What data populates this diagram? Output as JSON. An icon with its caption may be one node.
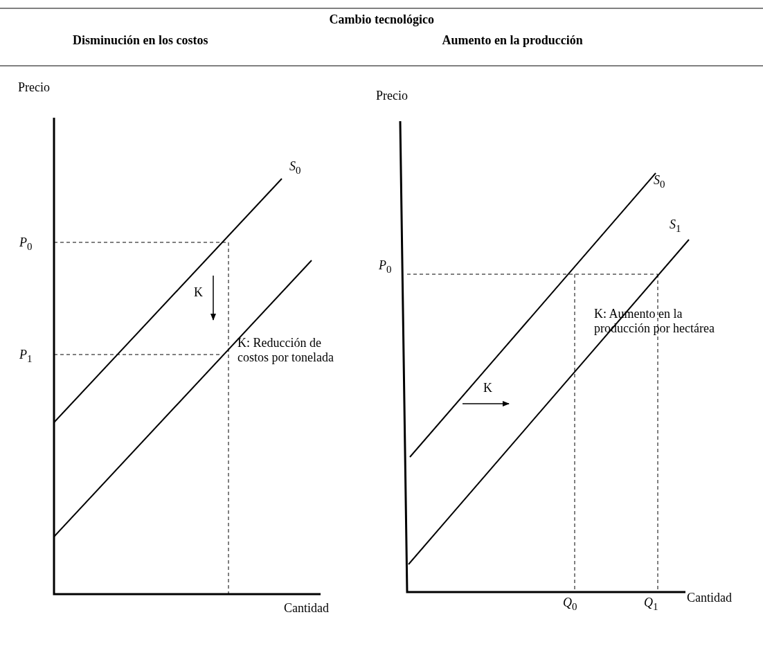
{
  "diagram": {
    "title": "Cambio tecnológico",
    "labels": [
      "Disminución en los costos",
      "Aumento en la producción",
      "Precio",
      "*S*$_{0}$",
      "*P*$_{0}$",
      "K",
      "*P*$_{1}$",
      "K: Reducción de costos por tonelada",
      "Cantidad",
      "Precio",
      "*S*$_{0}$",
      "*P*$_{0}$",
      "*S*$_{1}$",
      "K",
      "K: Aumento en la producción por hectárea",
      "*Q*$_{0}$",
      "*Q*$_{1}$",
      "Cantidad"
    ]
  }
}
